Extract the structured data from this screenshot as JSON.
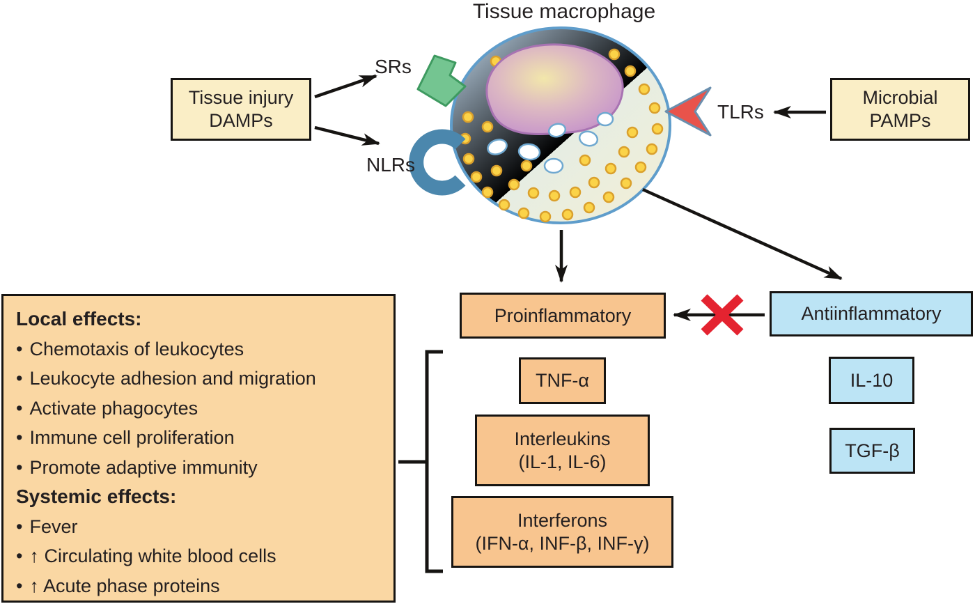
{
  "title": "Tissue macrophage",
  "labels": {
    "tissue_injury_line1": "Tissue injury",
    "tissue_injury_line2": "DAMPs",
    "microbial_line1": "Microbial",
    "microbial_line2": "PAMPs",
    "srs": "SRs",
    "nlrs": "NLRs",
    "tlrs": "TLRs",
    "proinflammatory": "Proinflammatory",
    "antiinflammatory": "Antiinflammatory",
    "tnf": "TNF-α",
    "interleukins_line1": "Interleukins",
    "interleukins_line2": "(IL-1, IL-6)",
    "interferons_line1": "Interferons",
    "interferons_line2": "(IFN-α, INF-β, INF-γ)",
    "il10": "IL-10",
    "tgfb": "TGF-β"
  },
  "effects": {
    "bullet": "•",
    "local_heading": "Local effects:",
    "local_items": [
      "Chemotaxis of leukocytes",
      "Leukocyte adhesion and migration",
      "Activate phagocytes",
      "Immune cell proliferation",
      "Promote adaptive immunity"
    ],
    "systemic_heading": "Systemic effects:",
    "systemic_items": [
      "Fever",
      "↑ Circulating white blood cells",
      "↑ Acute phase proteins"
    ]
  },
  "colors": {
    "cream_box": "#faeec6",
    "orange_box": "#f8c58f",
    "effects_box": "#fad7a3",
    "blue_box": "#bce4f5",
    "red_x": "#e42330",
    "receptor_green": "#74c591",
    "receptor_blue": "#4b87ad",
    "receptor_red": "#e8534b",
    "cell_outline": "#5f9dcb",
    "granule_yellow": "#fbd348",
    "nucleus_purple": "#c392c6"
  }
}
